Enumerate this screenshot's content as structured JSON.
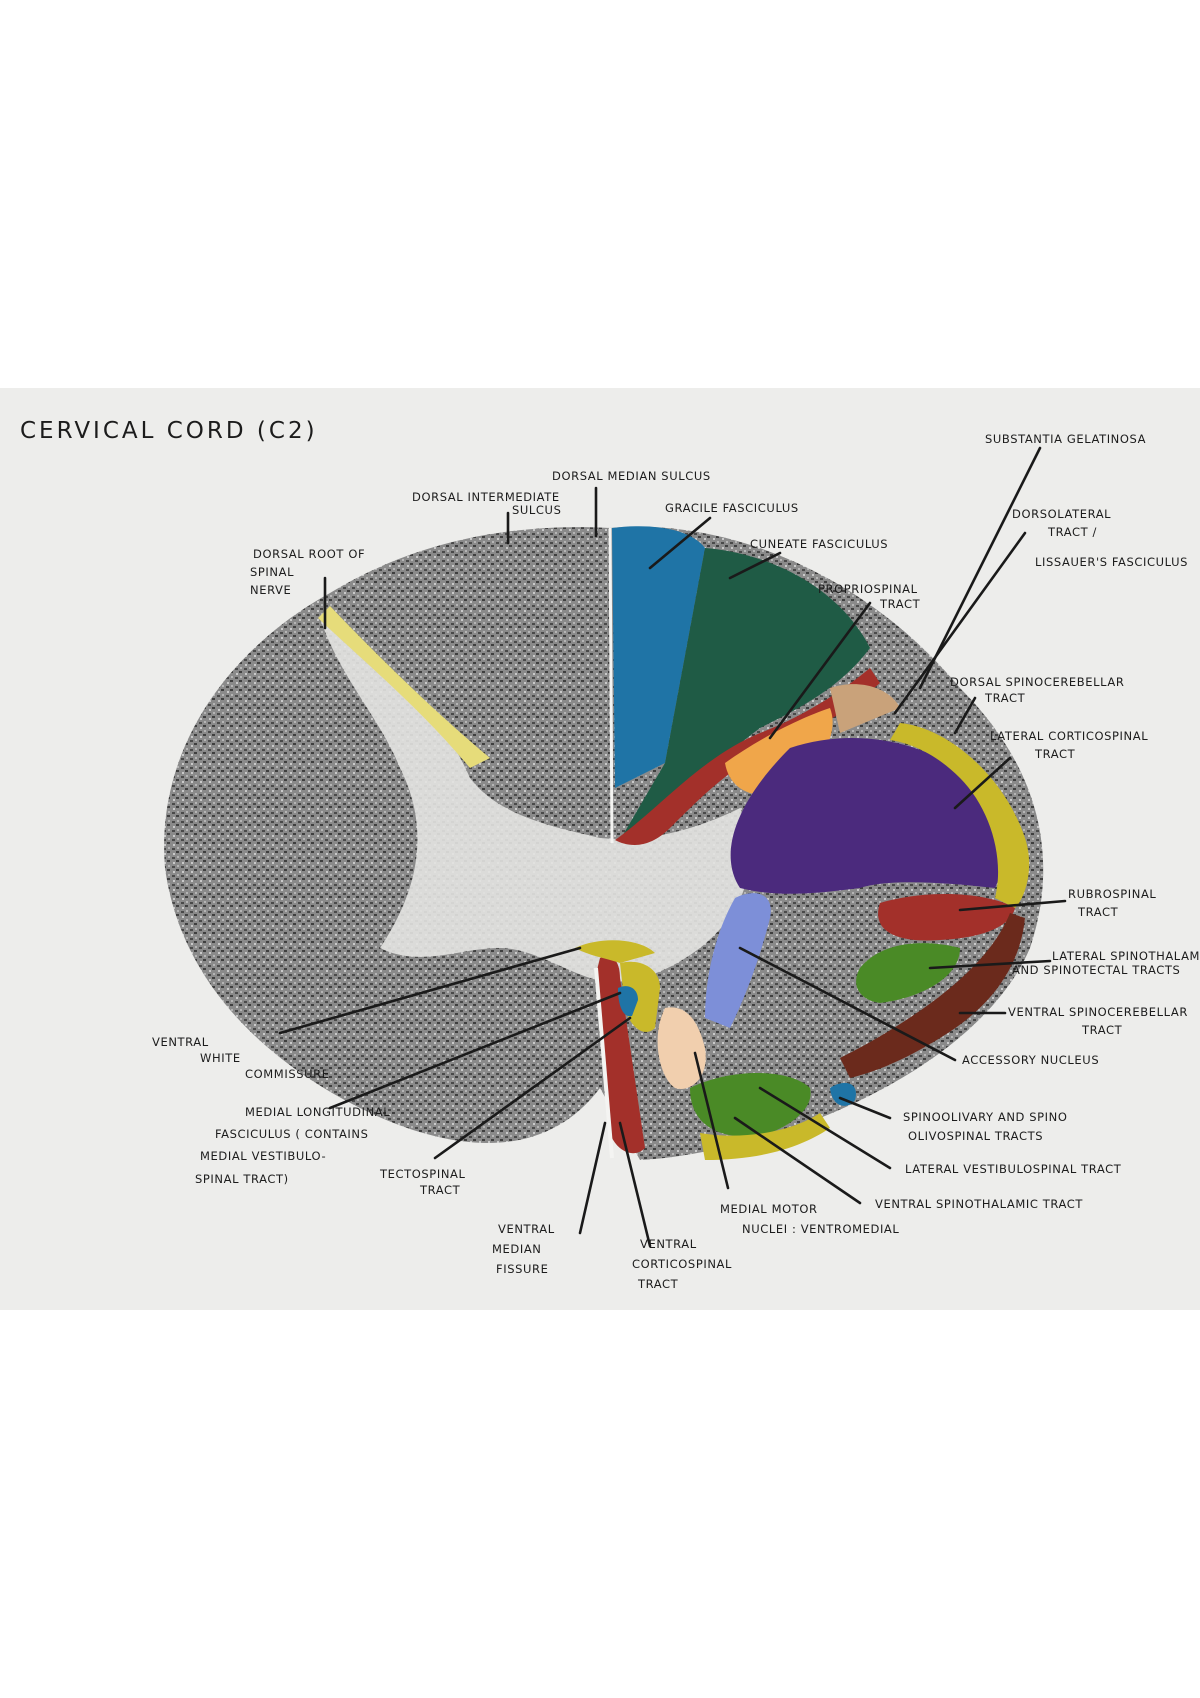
{
  "title": "CERVICAL CORD (C2)",
  "labels": {
    "substantia_gelatinosa": "SUBSTANTIA GELATINOSA",
    "dorsal_median_sulcus": "DORSAL MEDIAN SULCUS",
    "dorsal_intermediate_sulcus": [
      "DORSAL INTERMEDIATE",
      "SULCUS"
    ],
    "gracile_fasciculus": "GRACILE FASCICULUS",
    "dorsolateral_tract": [
      "DORSOLATERAL",
      "TRACT /"
    ],
    "lissauers_fasciculus": "LISSAUER'S FASCICULUS",
    "cuneate_fasciculus": "CUNEATE FASCICULUS",
    "dorsal_root": [
      "DORSAL ROOT OF",
      "SPINAL",
      "NERVE"
    ],
    "propriospinal_tract": [
      "PROPRIOSPINAL",
      "TRACT"
    ],
    "dorsal_spinocerebellar_tract": [
      "DORSAL SPINOCEREBELLAR",
      "TRACT"
    ],
    "lateral_corticospinal_tract": [
      "LATERAL CORTICOSPINAL",
      "TRACT"
    ],
    "rubrospinal_tract": [
      "RUBROSPINAL",
      "TRACT"
    ],
    "lateral_spinothalamic": [
      "LATERAL SPINOTHALAMIC",
      "AND SPINOTECTAL TRACTS"
    ],
    "ventral_spinocerebellar_tract": [
      "VENTRAL SPINOCEREBELLAR",
      "TRACT"
    ],
    "accessory_nucleus": "ACCESSORY NUCLEUS",
    "ventral_white_commissure": [
      "VENTRAL",
      "WHITE",
      "COMMISSURE"
    ],
    "medial_longitudinal_fasciculus": [
      "MEDIAL LONGITUDINAL",
      "FASCICULUS ( CONTAINS",
      "MEDIAL VESTIBULO-",
      "SPINAL TRACT)"
    ],
    "spinoolivary": [
      "SPINOOLIVARY AND SPINO",
      "OLIVOSPINAL TRACTS"
    ],
    "tectospinal_tract": [
      "TECTOSPINAL",
      "TRACT"
    ],
    "lateral_vestibulospinal_tract": "LATERAL VESTIBULOSPINAL TRACT",
    "ventral_median_fissure": [
      "VENTRAL",
      "MEDIAN",
      "FISSURE"
    ],
    "ventral_corticospinal_tract": [
      "VENTRAL",
      "CORTICOSPINAL",
      "TRACT"
    ],
    "medial_motor_nuclei": [
      "MEDIAL MOTOR",
      "NUCLEI : VENTROMEDIAL"
    ],
    "ventral_spinothalamic_tract": "VENTRAL SPINOTHALAMIC TRACT"
  },
  "colors": {
    "gracile": "#1f74a6",
    "cuneate": "#1f5b45",
    "purple": "#4b2a7d",
    "yellow": "#c9b92a",
    "red": "#a3302a",
    "orange": "#f0a64a",
    "green": "#4a8a26",
    "brown": "#6b2a1c",
    "blue_light": "#7d8fd8",
    "peach": "#f1cfae",
    "grey": "#6b6b6b"
  }
}
